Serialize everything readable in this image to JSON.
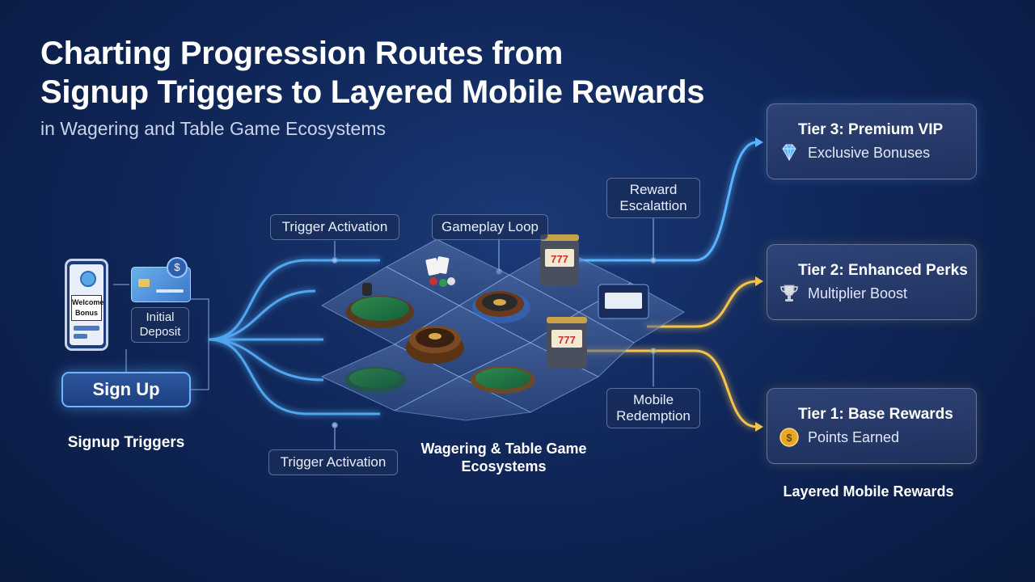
{
  "header": {
    "title_line1": "Charting Progression Routes from",
    "title_line2": "Signup Triggers to Layered Mobile Rewards",
    "subtitle": "in Wagering and Table Game Ecosystems"
  },
  "signup": {
    "phone_text": "Welcome Bonus",
    "deposit_label": "Initial Deposit",
    "button_label": "Sign Up",
    "caption": "Signup Triggers"
  },
  "ecosystem": {
    "trigger_top": "Trigger Activation",
    "gameplay_loop": "Gameplay Loop",
    "trigger_bottom": "Trigger Activation",
    "caption_line1": "Wagering & Table Game",
    "caption_line2": "Ecosystems",
    "slot_reels": "7 7 7"
  },
  "routes": {
    "reward_escalation": "Reward Escalattion",
    "mobile_redemption": "Mobile Redemption"
  },
  "tiers": [
    {
      "title": "Tier 3: Premium VIP",
      "subtitle": "Exclusive Bonuses",
      "icon": "diamond-icon",
      "color": "#5fb6ff"
    },
    {
      "title": "Tier 2: Enhanced Perks",
      "subtitle": "Multiplier Boost",
      "icon": "trophy-icon",
      "color": "#f2c24a"
    },
    {
      "title": "Tier 1: Base Rewards",
      "subtitle": "Points Earned",
      "icon": "coin-icon",
      "color": "#f2c24a"
    }
  ],
  "rewards_caption": "Layered Mobile Rewards",
  "colors": {
    "blue_route": "#59b4ff",
    "gold_route": "#f5c24c",
    "background": "#10275a"
  }
}
